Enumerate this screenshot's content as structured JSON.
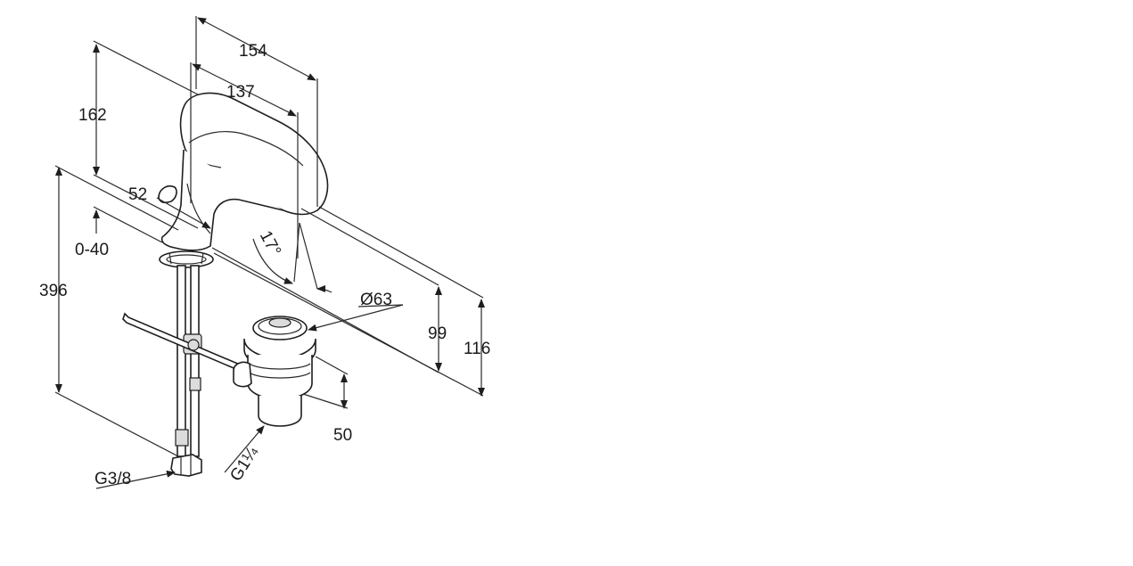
{
  "dimensions": {
    "width_total": "154",
    "width_spout": "137",
    "height_upper": "162",
    "mount_offset": "52",
    "deck_thickness": "0-40",
    "total_height": "396",
    "angle": "17°",
    "waste_diameter": "Ø63",
    "spout_height": "99",
    "overall_height": "116",
    "waste_height": "50",
    "supply_thread": "G3/8",
    "waste_thread": "G1¼"
  }
}
